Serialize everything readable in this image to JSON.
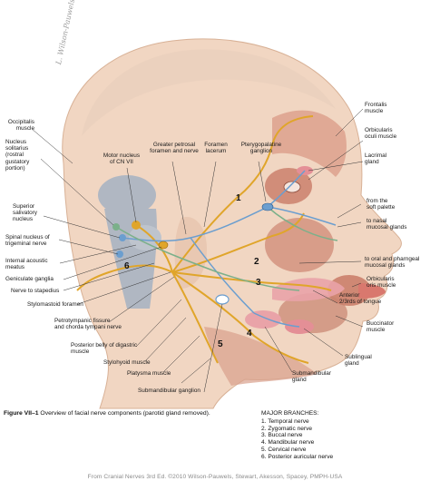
{
  "labels": {
    "occipitalis": "Occipitalis\nmuscle",
    "nucleus_solitarius": "Nucleus\nsolitarius\n(rostral\ngustatory\nportion)",
    "superior_salivatory": "Superior\nsalivatory\nnucleus",
    "spinal_nucleus": "Spinal nucleus of\ntrigeminal nerve",
    "internal_acoustic": "Internal acoustic\nmeatus",
    "geniculate": "Geniculate ganglia",
    "nerve_stapedius": "Nerve to stapedius",
    "stylomastoid": "Stylomastoid foramen",
    "petrotympanic": "Petrotympanic fissure\nand chorda tympani nerve",
    "posterior_belly": "Posterior belly of digastric\nmuscle",
    "stylohyoid": "Stylohyoid muscle",
    "platysma": "Platysma muscle",
    "submandibular_ganglion": "Submandibular ganglion",
    "motor_nucleus": "Motor nucleus\nof CN VII",
    "greater_petrosal": "Greater petrosal\nforamen and nerve",
    "foramen_lacerum": "Foramen\nlacerum",
    "pterygopalatine": "Pterygopalatine\nganglion",
    "frontalis": "Frontalis\nmuscle",
    "orbicularis_oculi": "Orbicularis\noculi muscle",
    "lacrimal": "Lacrimal\ngland",
    "soft_palette": "from the\nsoft palette",
    "nasal_mucosal": "to nasal\nmucosal glands",
    "oral_pharyngeal": "to oral and pharngeal\nmucosal glands",
    "orbicularis_oris": "Orbicularis\noris muscle",
    "anterior_tongue": "Anterior\n2/3rds of tongue",
    "buccinator": "Buccinator\nmuscle",
    "sublingual": "Sublingual\ngland",
    "submandibular_gland": "Submandibular\ngland"
  },
  "branch_numbers": [
    "1",
    "2",
    "3",
    "4",
    "5",
    "6"
  ],
  "caption": {
    "figure_id": "Figure VII–1",
    "text": " Overview of facial nerve components (parotid gland removed)."
  },
  "major_branches": {
    "heading": "MAJOR BRANCHES:",
    "items": [
      "1. Temporal nerve",
      "2. Zygomatic nerve",
      "3. Buccal nerve",
      "4. Mandibular nerve",
      "5. Cervical nerve",
      "6. Posterior auricular nerve"
    ]
  },
  "credit": "From Cranial Nerves 3rd Ed. ©2010 Wilson-Pauwels, Stewart, Akesson, Spacey, PMPH-USA",
  "signature": "L. Wilson-Pauwels",
  "colors": {
    "skin": "#f1d6c2",
    "skin_shadow": "#e6bfa6",
    "muscle": "#c97a66",
    "brainstem": "#a9b4c2",
    "nerve_motor": "#e0a52a",
    "nerve_parasympathetic": "#6b9ecf",
    "nerve_sensory": "#7bb08a",
    "gland": "#e9a3a8"
  }
}
